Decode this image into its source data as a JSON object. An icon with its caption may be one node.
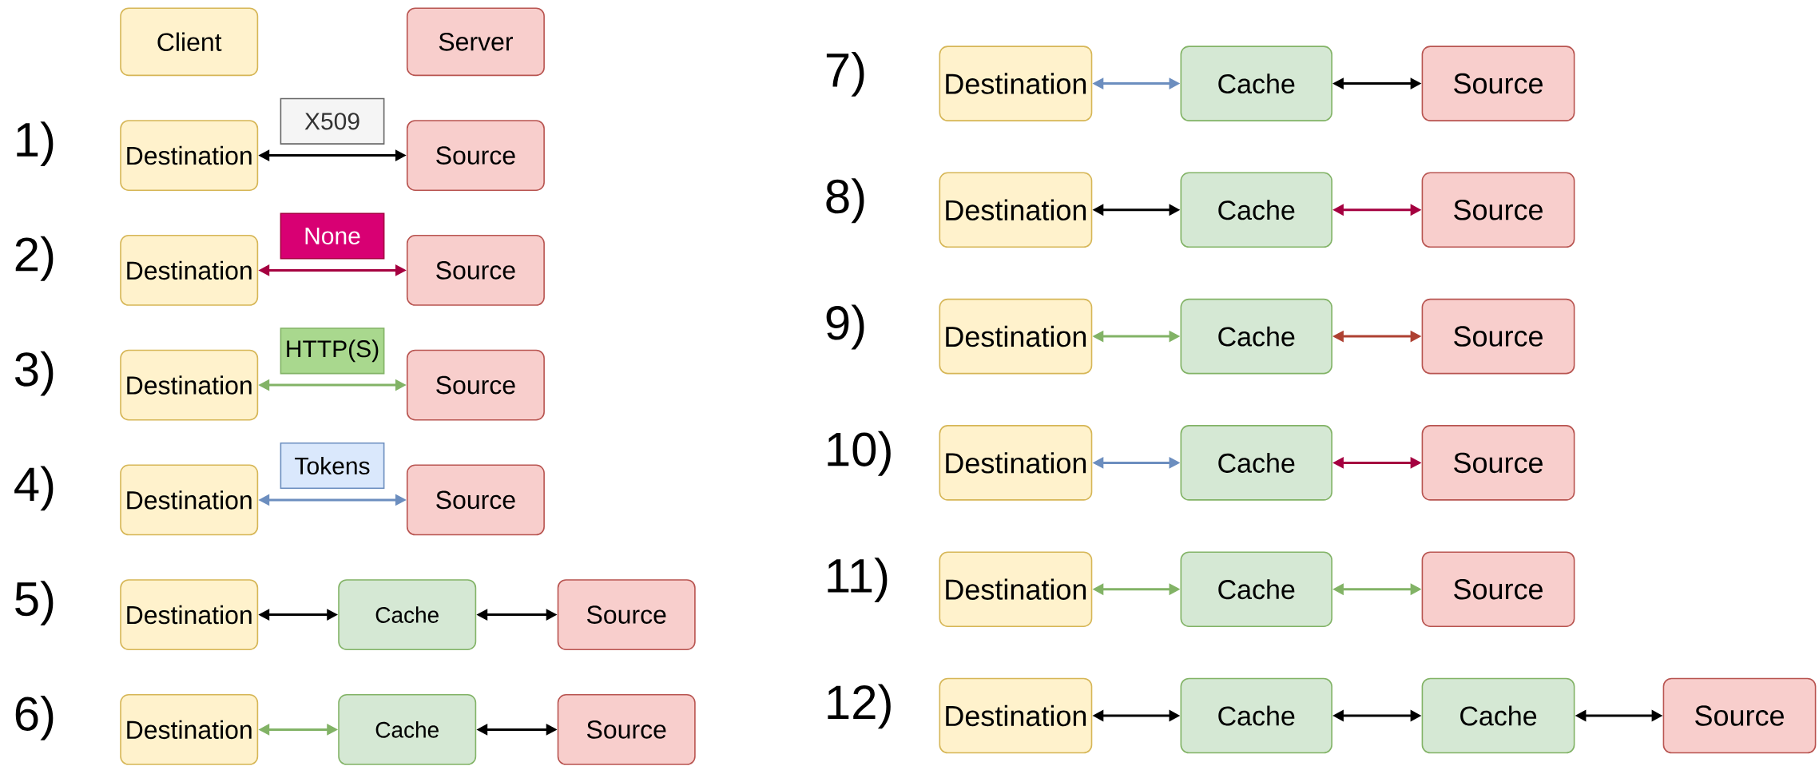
{
  "diagram": {
    "nodes": [
      {
        "text": [
          "Client"
        ]
      },
      {
        "text": [
          "Server"
        ]
      },
      {
        "text": [
          "X509"
        ]
      },
      {
        "text": [
          "Destination"
        ]
      },
      {
        "text": [
          "Source"
        ]
      },
      {
        "text": [
          "None"
        ]
      },
      {
        "text": [
          "Destination"
        ]
      },
      {
        "text": [
          "Source"
        ]
      },
      {
        "text": [
          "HTTP(S)"
        ]
      },
      {
        "text": [
          "Destination"
        ]
      },
      {
        "text": [
          "Source"
        ]
      },
      {
        "text": [
          "Tokens"
        ]
      },
      {
        "text": [
          "Destination"
        ]
      },
      {
        "text": [
          "Source"
        ]
      },
      {
        "text": [
          "Destination"
        ]
      },
      {
        "text": [
          "Cache"
        ]
      },
      {
        "text": [
          "Source"
        ]
      },
      {
        "text": [
          "Destination"
        ]
      },
      {
        "text": [
          "Cache"
        ]
      },
      {
        "text": [
          "Source"
        ]
      },
      {
        "text": [
          "Destination"
        ]
      },
      {
        "text": [
          "Cache"
        ]
      },
      {
        "text": [
          "Source"
        ]
      },
      {
        "text": [
          "Destination"
        ]
      },
      {
        "text": [
          "Cache"
        ]
      },
      {
        "text": [
          "Source"
        ]
      },
      {
        "text": [
          "Destination"
        ]
      },
      {
        "text": [
          "Cache"
        ]
      },
      {
        "text": [
          "Source"
        ]
      },
      {
        "text": [
          "Destination"
        ]
      },
      {
        "text": [
          "Cache"
        ]
      },
      {
        "text": [
          "Source"
        ]
      },
      {
        "text": [
          "Destination"
        ]
      },
      {
        "text": [
          "Cache"
        ]
      },
      {
        "text": [
          "Source"
        ]
      },
      {
        "text": [
          "Destination"
        ]
      },
      {
        "text": [
          "Cache"
        ]
      },
      {
        "text": [
          "Cache"
        ]
      },
      {
        "text": [
          "Source"
        ]
      }
    ],
    "edges": [
      {
        "from": 3,
        "to": 4,
        "arrow": "both"
      },
      {
        "from": 6,
        "to": 7,
        "arrow": "both",
        "color": "#a50040"
      },
      {
        "from": 9,
        "to": 10,
        "arrow": "both",
        "color": "#82b366"
      },
      {
        "from": 12,
        "to": 13,
        "arrow": "both",
        "color": "#6c8ebf"
      },
      {
        "from": 14,
        "to": 15,
        "arrow": "both"
      },
      {
        "from": 15,
        "to": 16,
        "arrow": "both"
      },
      {
        "from": 17,
        "to": 18,
        "arrow": "both",
        "color": "#82b366"
      },
      {
        "from": 18,
        "to": 19,
        "arrow": "both"
      },
      {
        "from": 20,
        "to": 21,
        "arrow": "both",
        "color": "#6c8ebf"
      },
      {
        "from": 21,
        "to": 22,
        "arrow": "both"
      },
      {
        "from": 23,
        "to": 24,
        "arrow": "both"
      },
      {
        "from": 24,
        "to": 25,
        "arrow": "both",
        "color": "#a50040"
      },
      {
        "from": 26,
        "to": 27,
        "arrow": "both",
        "color": "#82b366"
      },
      {
        "from": 27,
        "to": 28,
        "arrow": "both",
        "color": "#ae4132"
      },
      {
        "from": 29,
        "to": 30,
        "arrow": "both",
        "color": "#6c8ebf"
      },
      {
        "from": 30,
        "to": 31,
        "arrow": "both",
        "color": "#a50040"
      },
      {
        "from": 32,
        "to": 33,
        "arrow": "both",
        "color": "#82b366"
      },
      {
        "from": 33,
        "to": 34,
        "arrow": "both",
        "color": "#82b366"
      },
      {
        "from": 35,
        "to": 36,
        "arrow": "both"
      },
      {
        "from": 36,
        "to": 37,
        "arrow": "both"
      },
      {
        "from": 37,
        "to": 38,
        "arrow": "both"
      }
    ],
    "labels": [
      "1)",
      "2)",
      "3)",
      "4)",
      "5)",
      "6)",
      "7)",
      "8)",
      "9)",
      "10)",
      "11)",
      "12)"
    ]
  }
}
